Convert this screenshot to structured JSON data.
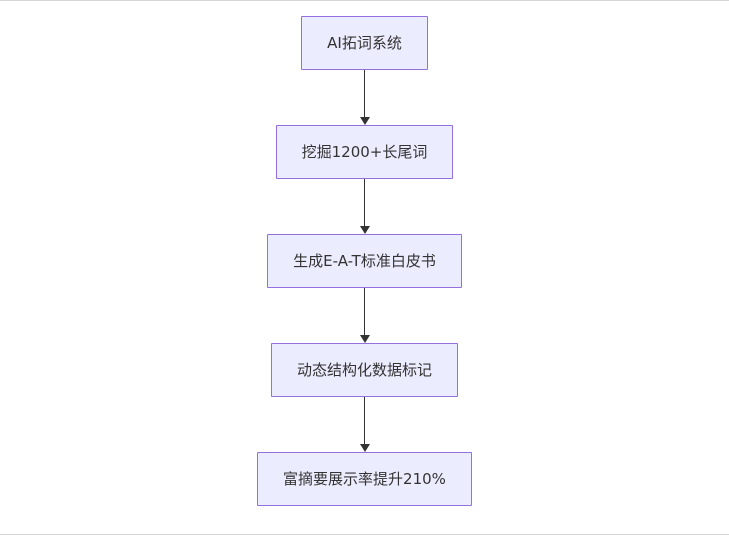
{
  "flowchart": {
    "type": "flowchart-vertical",
    "node_fill": "#ECECFF",
    "node_border": "#9370DB",
    "arrow_color": "#333333",
    "nodes": [
      {
        "id": "A",
        "label": "AI拓词系统"
      },
      {
        "id": "B",
        "label": "挖掘1200+长尾词"
      },
      {
        "id": "C",
        "label": "生成E-A-T标准白皮书"
      },
      {
        "id": "D",
        "label": "动态结构化数据标记"
      },
      {
        "id": "E",
        "label": "富摘要展示率提升210%"
      }
    ],
    "edges": [
      {
        "from": "A",
        "to": "B"
      },
      {
        "from": "B",
        "to": "C"
      },
      {
        "from": "C",
        "to": "D"
      },
      {
        "from": "D",
        "to": "E"
      }
    ]
  }
}
